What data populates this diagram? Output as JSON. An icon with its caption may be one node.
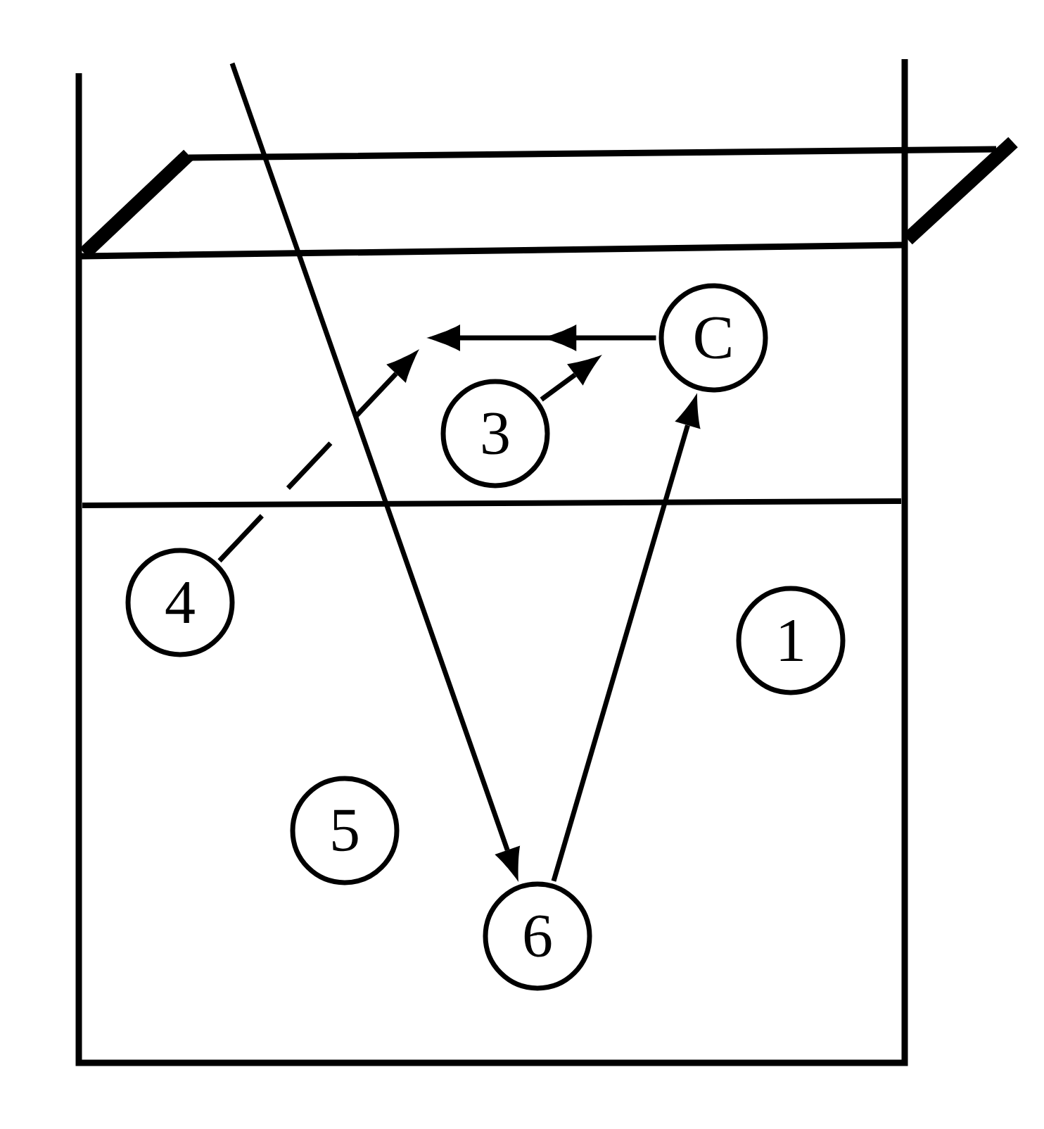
{
  "diagram": {
    "nodes": [
      {
        "text": [
          "C"
        ]
      },
      {
        "text": [
          "3"
        ]
      },
      {
        "text": [
          "4"
        ]
      },
      {
        "text": [
          "1"
        ]
      },
      {
        "text": [
          "5"
        ]
      },
      {
        "text": [
          "6"
        ]
      }
    ],
    "edges": [
      {
        "from": null,
        "to": 5,
        "arrow": "to"
      },
      {
        "from": 5,
        "to": 0,
        "arrow": "to"
      },
      {
        "from": 0,
        "to": null,
        "arrow": "to"
      },
      {
        "from": 1,
        "to": null,
        "arrow": "to"
      },
      {
        "from": 2,
        "to": null,
        "arrow": "to",
        "style": "dashed"
      }
    ]
  }
}
